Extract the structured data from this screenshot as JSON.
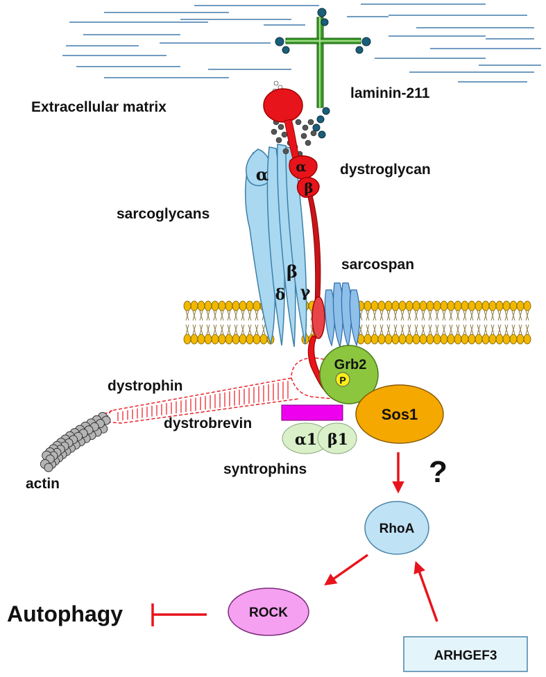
{
  "labels": {
    "laminin": "laminin-211",
    "ecm": "Extracellular matrix",
    "dystroglycan": "dystroglycan",
    "sarcoglycans": "sarcoglycans",
    "sarcospan": "sarcospan",
    "dystrophin": "dystrophin",
    "dystrobrevin": "dystrobrevin",
    "syntrophins": "syntrophins",
    "actin": "actin",
    "autophagy": "Autophagy",
    "question": "?"
  },
  "nodes": {
    "grb2": "Grb2",
    "phospho": "P",
    "sos1": "Sos1",
    "rhoa": "RhoA",
    "rock": "ROCK",
    "arhgef3": "ARHGEF3"
  },
  "greek": {
    "dg_alpha": "α",
    "dg_beta": "β",
    "sg_alpha": "α",
    "sg_beta": "β",
    "sg_gamma": "γ",
    "sg_delta": "δ",
    "syn_alpha1": "α1",
    "syn_beta1": "β1"
  },
  "colors": {
    "dystroglycan": "#e8141b",
    "sarcoglycan": "#a9d8f0",
    "sarcospan": "#4f8fd0",
    "laminin": "#3a9a2a",
    "lipid_head": "#f0b800",
    "grb2": "#8cc63f",
    "sos1": "#f5a800",
    "rhoa": "#bfe2f5",
    "rock": "#f5a0f0",
    "dystrobrevin": "#ee00ee",
    "syntrophin": "#d9f0c8",
    "ecm_lines": "#1a5f9a",
    "arrow": "#e8141b"
  }
}
